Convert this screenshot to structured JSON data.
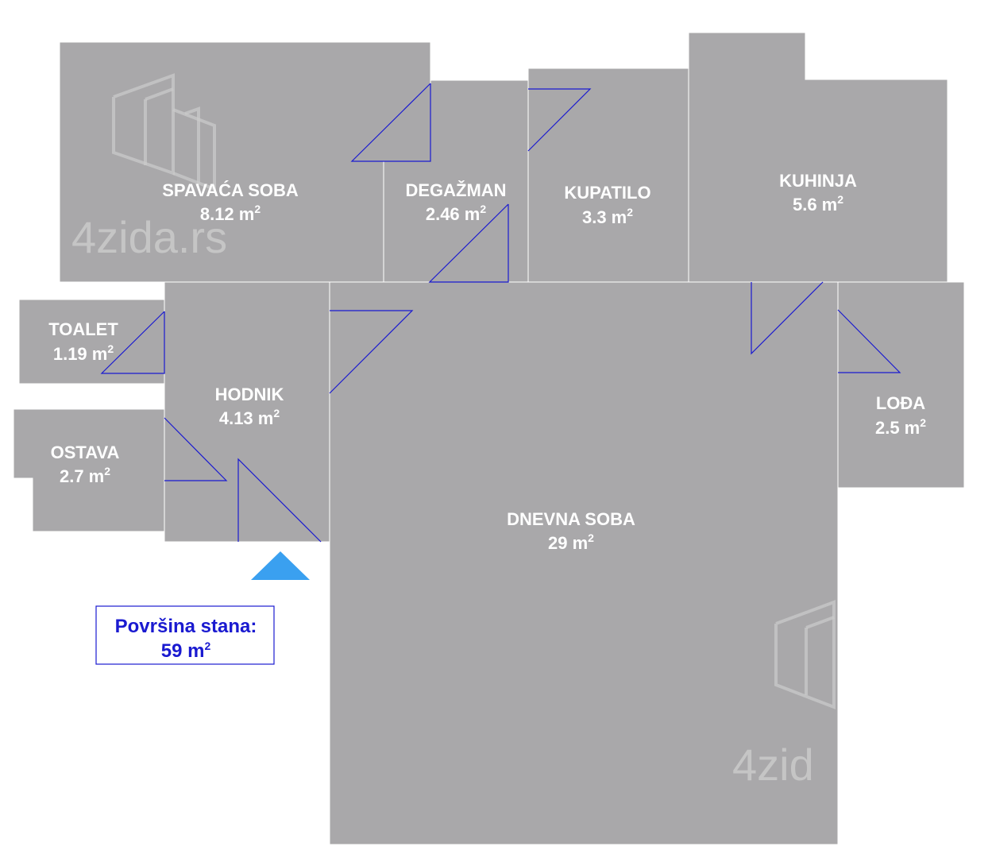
{
  "rooms": {
    "spavaca": {
      "name": "SPAVAĆA SOBA",
      "area": "8.12 m",
      "unit_sup": "2"
    },
    "degazman": {
      "name": "DEGAŽMAN",
      "area": "2.46 m",
      "unit_sup": "2"
    },
    "kupatilo": {
      "name": "KUPATILO",
      "area": "3.3 m",
      "unit_sup": "2"
    },
    "kuhinja": {
      "name": "KUHINJA",
      "area": "5.6 m",
      "unit_sup": "2"
    },
    "toalet": {
      "name": "TOALET",
      "area": "1.19 m",
      "unit_sup": "2"
    },
    "hodnik": {
      "name": "HODNIK",
      "area": "4.13 m",
      "unit_sup": "2"
    },
    "ostava": {
      "name": "OSTAVA",
      "area": "2.7 m",
      "unit_sup": "2"
    },
    "dnevna": {
      "name": "DNEVNA SOBA",
      "area": "29 m",
      "unit_sup": "2"
    },
    "loda": {
      "name": "LOĐA",
      "area": "2.5 m",
      "unit_sup": "2"
    }
  },
  "total": {
    "label": "Površina stana:",
    "value": "59 m",
    "unit_sup": "2"
  },
  "watermark": {
    "text": "4zida.rs",
    "text_cropped": "4zid"
  },
  "colors": {
    "room": "#a9a8aa",
    "door": "#1a1ad0",
    "entry": "#3aa0f0",
    "total": "#1a1ad0"
  }
}
